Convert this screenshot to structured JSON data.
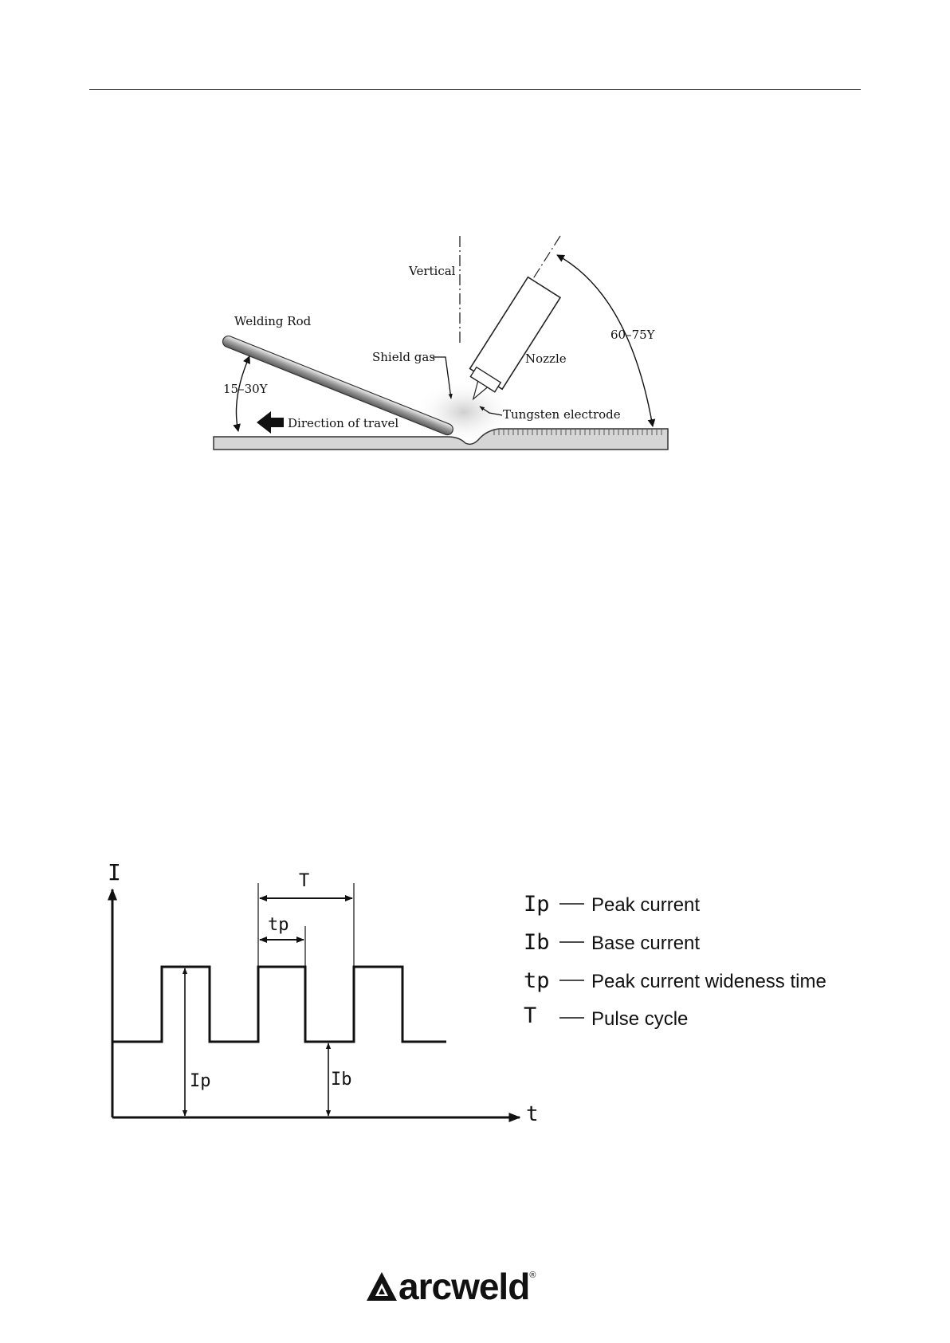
{
  "tig_figure": {
    "vertical_label": "Vertical",
    "welding_rod_label": "Welding Rod",
    "shield_gas_label": "Shield gas",
    "nozzle_label": "Nozzle",
    "tungsten_label": "Tungsten electrode",
    "travel_label": "Direction of travel",
    "rod_angle_label": "15–30Y",
    "torch_angle_label": "60–75Y"
  },
  "pulse_figure": {
    "y_axis_label": "I",
    "x_axis_label": "t",
    "period_label": "T",
    "tp_label": "tp",
    "ip_label": "Ip",
    "ib_label": "Ib",
    "legend": [
      {
        "symbol": "Ip",
        "text": "Peak current"
      },
      {
        "symbol": "Ib",
        "text": "Base current"
      },
      {
        "symbol": "tp",
        "text": "Peak current wideness time"
      },
      {
        "symbol": "T",
        "text": "Pulse cycle"
      }
    ]
  },
  "footer": {
    "brand": "arcweld",
    "reg": "®"
  }
}
